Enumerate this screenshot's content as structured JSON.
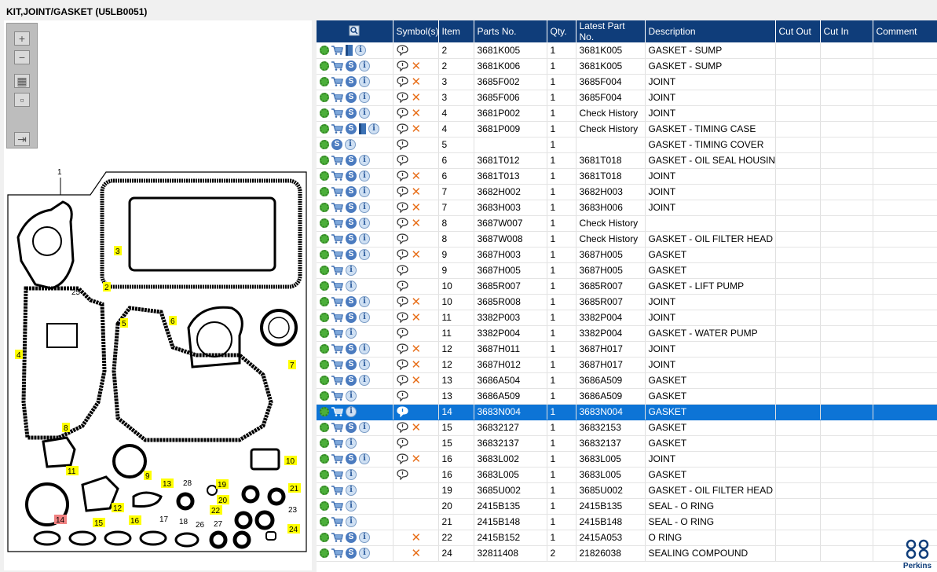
{
  "title": "KIT,JOINT/GASKET (U5LB0051)",
  "toolbar": {
    "zoom_in": "zoom-in-icon",
    "zoom_out": "zoom-out-icon",
    "fit_all": "fit-all-icon",
    "fit_window": "fit-window-icon",
    "export": "export-icon"
  },
  "diagram": {
    "callouts": [
      "1",
      "2",
      "3",
      "4",
      "5",
      "6",
      "7",
      "8",
      "9",
      "10",
      "11",
      "12",
      "13",
      "14",
      "15",
      "16",
      "17",
      "18",
      "19",
      "20",
      "21",
      "22",
      "23",
      "24",
      "25",
      "26",
      "27",
      "28"
    ]
  },
  "table": {
    "columns": [
      "",
      "Symbol(s)",
      "Item",
      "Parts No.",
      "Qty.",
      "Latest Part No.",
      "Description",
      "Cut Out",
      "Cut In",
      "Comment"
    ],
    "rows": [
      {
        "icons": [
          "gear",
          "cart",
          "book",
          "info"
        ],
        "sym": "bubble",
        "x": false,
        "item": "2",
        "part": "3681K005",
        "qty": "1",
        "latest": "3681K005",
        "desc": "GASKET - SUMP"
      },
      {
        "icons": [
          "gear",
          "cart",
          "s",
          "info"
        ],
        "sym": "bubble",
        "x": true,
        "item": "2",
        "part": "3681K006",
        "qty": "1",
        "latest": "3681K005",
        "desc": "GASKET - SUMP"
      },
      {
        "icons": [
          "gear",
          "cart",
          "s",
          "info"
        ],
        "sym": "bubble",
        "x": true,
        "item": "3",
        "part": "3685F002",
        "qty": "1",
        "latest": "3685F004",
        "desc": "JOINT"
      },
      {
        "icons": [
          "gear",
          "cart",
          "s",
          "info"
        ],
        "sym": "bubble",
        "x": true,
        "item": "3",
        "part": "3685F006",
        "qty": "1",
        "latest": "3685F004",
        "desc": "JOINT"
      },
      {
        "icons": [
          "gear",
          "cart",
          "s",
          "info"
        ],
        "sym": "bubble",
        "x": true,
        "item": "4",
        "part": "3681P002",
        "qty": "1",
        "latest": "Check History",
        "desc": "JOINT"
      },
      {
        "icons": [
          "gear",
          "cart",
          "s",
          "book",
          "info"
        ],
        "sym": "bubble",
        "x": true,
        "item": "4",
        "part": "3681P009",
        "qty": "1",
        "latest": "Check History",
        "desc": "GASKET - TIMING CASE"
      },
      {
        "icons": [
          "gear",
          "s",
          "info"
        ],
        "sym": "bubble",
        "x": false,
        "item": "5",
        "part": "",
        "qty": "1",
        "latest": "",
        "desc": "GASKET - TIMING COVER"
      },
      {
        "icons": [
          "gear",
          "cart",
          "s",
          "info"
        ],
        "sym": "bubble",
        "x": false,
        "item": "6",
        "part": "3681T012",
        "qty": "1",
        "latest": "3681T018",
        "desc": "GASKET - OIL SEAL HOUSING"
      },
      {
        "icons": [
          "gear",
          "cart",
          "s",
          "info"
        ],
        "sym": "bubble",
        "x": true,
        "item": "6",
        "part": "3681T013",
        "qty": "1",
        "latest": "3681T018",
        "desc": "JOINT"
      },
      {
        "icons": [
          "gear",
          "cart",
          "s",
          "info"
        ],
        "sym": "bubble",
        "x": true,
        "item": "7",
        "part": "3682H002",
        "qty": "1",
        "latest": "3682H003",
        "desc": "JOINT"
      },
      {
        "icons": [
          "gear",
          "cart",
          "s",
          "info"
        ],
        "sym": "bubble",
        "x": true,
        "item": "7",
        "part": "3683H003",
        "qty": "1",
        "latest": "3683H006",
        "desc": "JOINT"
      },
      {
        "icons": [
          "gear",
          "cart",
          "s",
          "info"
        ],
        "sym": "bubble",
        "x": true,
        "item": "8",
        "part": "3687W007",
        "qty": "1",
        "latest": "Check History",
        "desc": ""
      },
      {
        "icons": [
          "gear",
          "cart",
          "s",
          "info"
        ],
        "sym": "bubble",
        "x": false,
        "item": "8",
        "part": "3687W008",
        "qty": "1",
        "latest": "Check History",
        "desc": "GASKET - OIL FILTER HEAD"
      },
      {
        "icons": [
          "gear",
          "cart",
          "s",
          "info"
        ],
        "sym": "bubble",
        "x": true,
        "item": "9",
        "part": "3687H003",
        "qty": "1",
        "latest": "3687H005",
        "desc": "GASKET"
      },
      {
        "icons": [
          "gear",
          "cart",
          "info"
        ],
        "sym": "bubble",
        "x": false,
        "item": "9",
        "part": "3687H005",
        "qty": "1",
        "latest": "3687H005",
        "desc": "GASKET"
      },
      {
        "icons": [
          "gear",
          "cart",
          "info"
        ],
        "sym": "bubble",
        "x": false,
        "item": "10",
        "part": "3685R007",
        "qty": "1",
        "latest": "3685R007",
        "desc": "GASKET - LIFT PUMP"
      },
      {
        "icons": [
          "gear",
          "cart",
          "s",
          "info"
        ],
        "sym": "bubble",
        "x": true,
        "item": "10",
        "part": "3685R008",
        "qty": "1",
        "latest": "3685R007",
        "desc": "JOINT"
      },
      {
        "icons": [
          "gear",
          "cart",
          "s",
          "info"
        ],
        "sym": "bubble",
        "x": true,
        "item": "11",
        "part": "3382P003",
        "qty": "1",
        "latest": "3382P004",
        "desc": "JOINT"
      },
      {
        "icons": [
          "gear",
          "cart",
          "info"
        ],
        "sym": "bubble",
        "x": false,
        "item": "11",
        "part": "3382P004",
        "qty": "1",
        "latest": "3382P004",
        "desc": "GASKET - WATER PUMP"
      },
      {
        "icons": [
          "gear",
          "cart",
          "s",
          "info"
        ],
        "sym": "bubble",
        "x": true,
        "item": "12",
        "part": "3687H011",
        "qty": "1",
        "latest": "3687H017",
        "desc": "JOINT"
      },
      {
        "icons": [
          "gear",
          "cart",
          "s",
          "info"
        ],
        "sym": "bubble",
        "x": true,
        "item": "12",
        "part": "3687H012",
        "qty": "1",
        "latest": "3687H017",
        "desc": "JOINT"
      },
      {
        "icons": [
          "gear",
          "cart",
          "s",
          "info"
        ],
        "sym": "bubble",
        "x": true,
        "item": "13",
        "part": "3686A504",
        "qty": "1",
        "latest": "3686A509",
        "desc": "GASKET"
      },
      {
        "icons": [
          "gear",
          "cart",
          "info"
        ],
        "sym": "bubble",
        "x": false,
        "item": "13",
        "part": "3686A509",
        "qty": "1",
        "latest": "3686A509",
        "desc": "GASKET"
      },
      {
        "icons": [
          "gear",
          "cart",
          "info"
        ],
        "sym": "bubble",
        "x": false,
        "item": "14",
        "part": "3683N004",
        "qty": "1",
        "latest": "3683N004",
        "desc": "GASKET",
        "selected": true
      },
      {
        "icons": [
          "gear",
          "cart",
          "s",
          "info"
        ],
        "sym": "bubble",
        "x": true,
        "item": "15",
        "part": "36832127",
        "qty": "1",
        "latest": "36832153",
        "desc": "GASKET"
      },
      {
        "icons": [
          "gear",
          "cart",
          "info"
        ],
        "sym": "bubble",
        "x": false,
        "item": "15",
        "part": "36832137",
        "qty": "1",
        "latest": "36832137",
        "desc": "GASKET"
      },
      {
        "icons": [
          "gear",
          "cart",
          "s",
          "info"
        ],
        "sym": "bubble",
        "x": true,
        "item": "16",
        "part": "3683L002",
        "qty": "1",
        "latest": "3683L005",
        "desc": "JOINT"
      },
      {
        "icons": [
          "gear",
          "cart",
          "info"
        ],
        "sym": "bubble",
        "x": false,
        "item": "16",
        "part": "3683L005",
        "qty": "1",
        "latest": "3683L005",
        "desc": "GASKET"
      },
      {
        "icons": [
          "gear",
          "cart",
          "info"
        ],
        "sym": "",
        "x": false,
        "item": "19",
        "part": "3685U002",
        "qty": "1",
        "latest": "3685U002",
        "desc": "GASKET - OIL FILTER HEAD"
      },
      {
        "icons": [
          "gear",
          "cart",
          "info"
        ],
        "sym": "",
        "x": false,
        "item": "20",
        "part": "2415B135",
        "qty": "1",
        "latest": "2415B135",
        "desc": "SEAL - O RING"
      },
      {
        "icons": [
          "gear",
          "cart",
          "info"
        ],
        "sym": "",
        "x": false,
        "item": "21",
        "part": "2415B148",
        "qty": "1",
        "latest": "2415B148",
        "desc": "SEAL - O RING"
      },
      {
        "icons": [
          "gear",
          "cart",
          "s",
          "info"
        ],
        "sym": "",
        "x": true,
        "item": "22",
        "part": "2415B152",
        "qty": "1",
        "latest": "2415A053",
        "desc": "O RING"
      },
      {
        "icons": [
          "gear",
          "cart",
          "s",
          "info"
        ],
        "sym": "",
        "x": true,
        "item": "24",
        "part": "32811408",
        "qty": "2",
        "latest": "21826038",
        "desc": "SEALING COMPOUND"
      }
    ]
  },
  "logo": {
    "text": "Perkins"
  },
  "colors": {
    "header_bg": "#0f3d7a",
    "selected_row": "#0d74d6",
    "cross": "#e8701c",
    "callout_yellow": "#ffff00",
    "callout_red": "#f08080"
  }
}
